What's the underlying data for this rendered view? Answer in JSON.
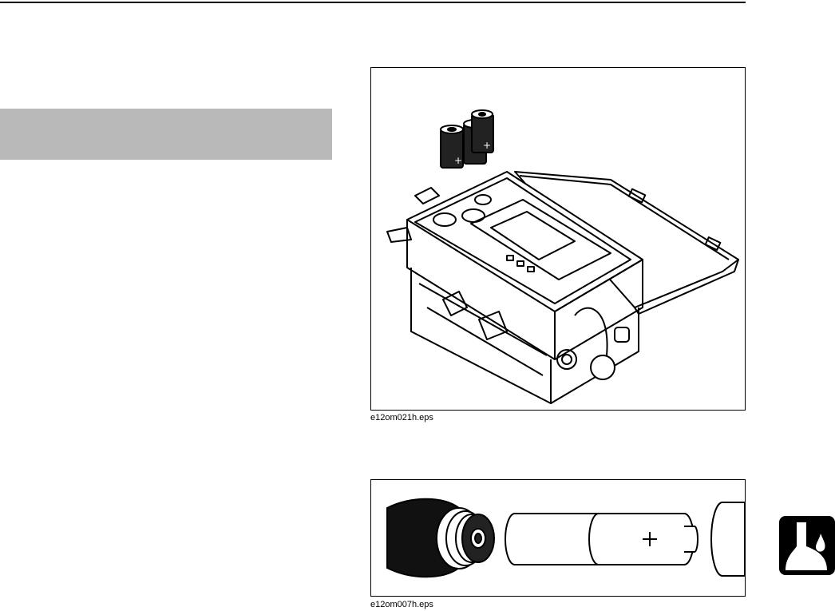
{
  "figures": [
    {
      "caption": "e12om021h.eps",
      "icon": "instrument-battery-installation-illustration"
    },
    {
      "caption": "e12om007h.eps",
      "icon": "battery-cap-illustration"
    }
  ],
  "side_tab": {
    "icon": "water-drops-icon",
    "color": "#000000"
  },
  "colors": {
    "section_band": "#b9b9b9",
    "rule": "#000000"
  }
}
